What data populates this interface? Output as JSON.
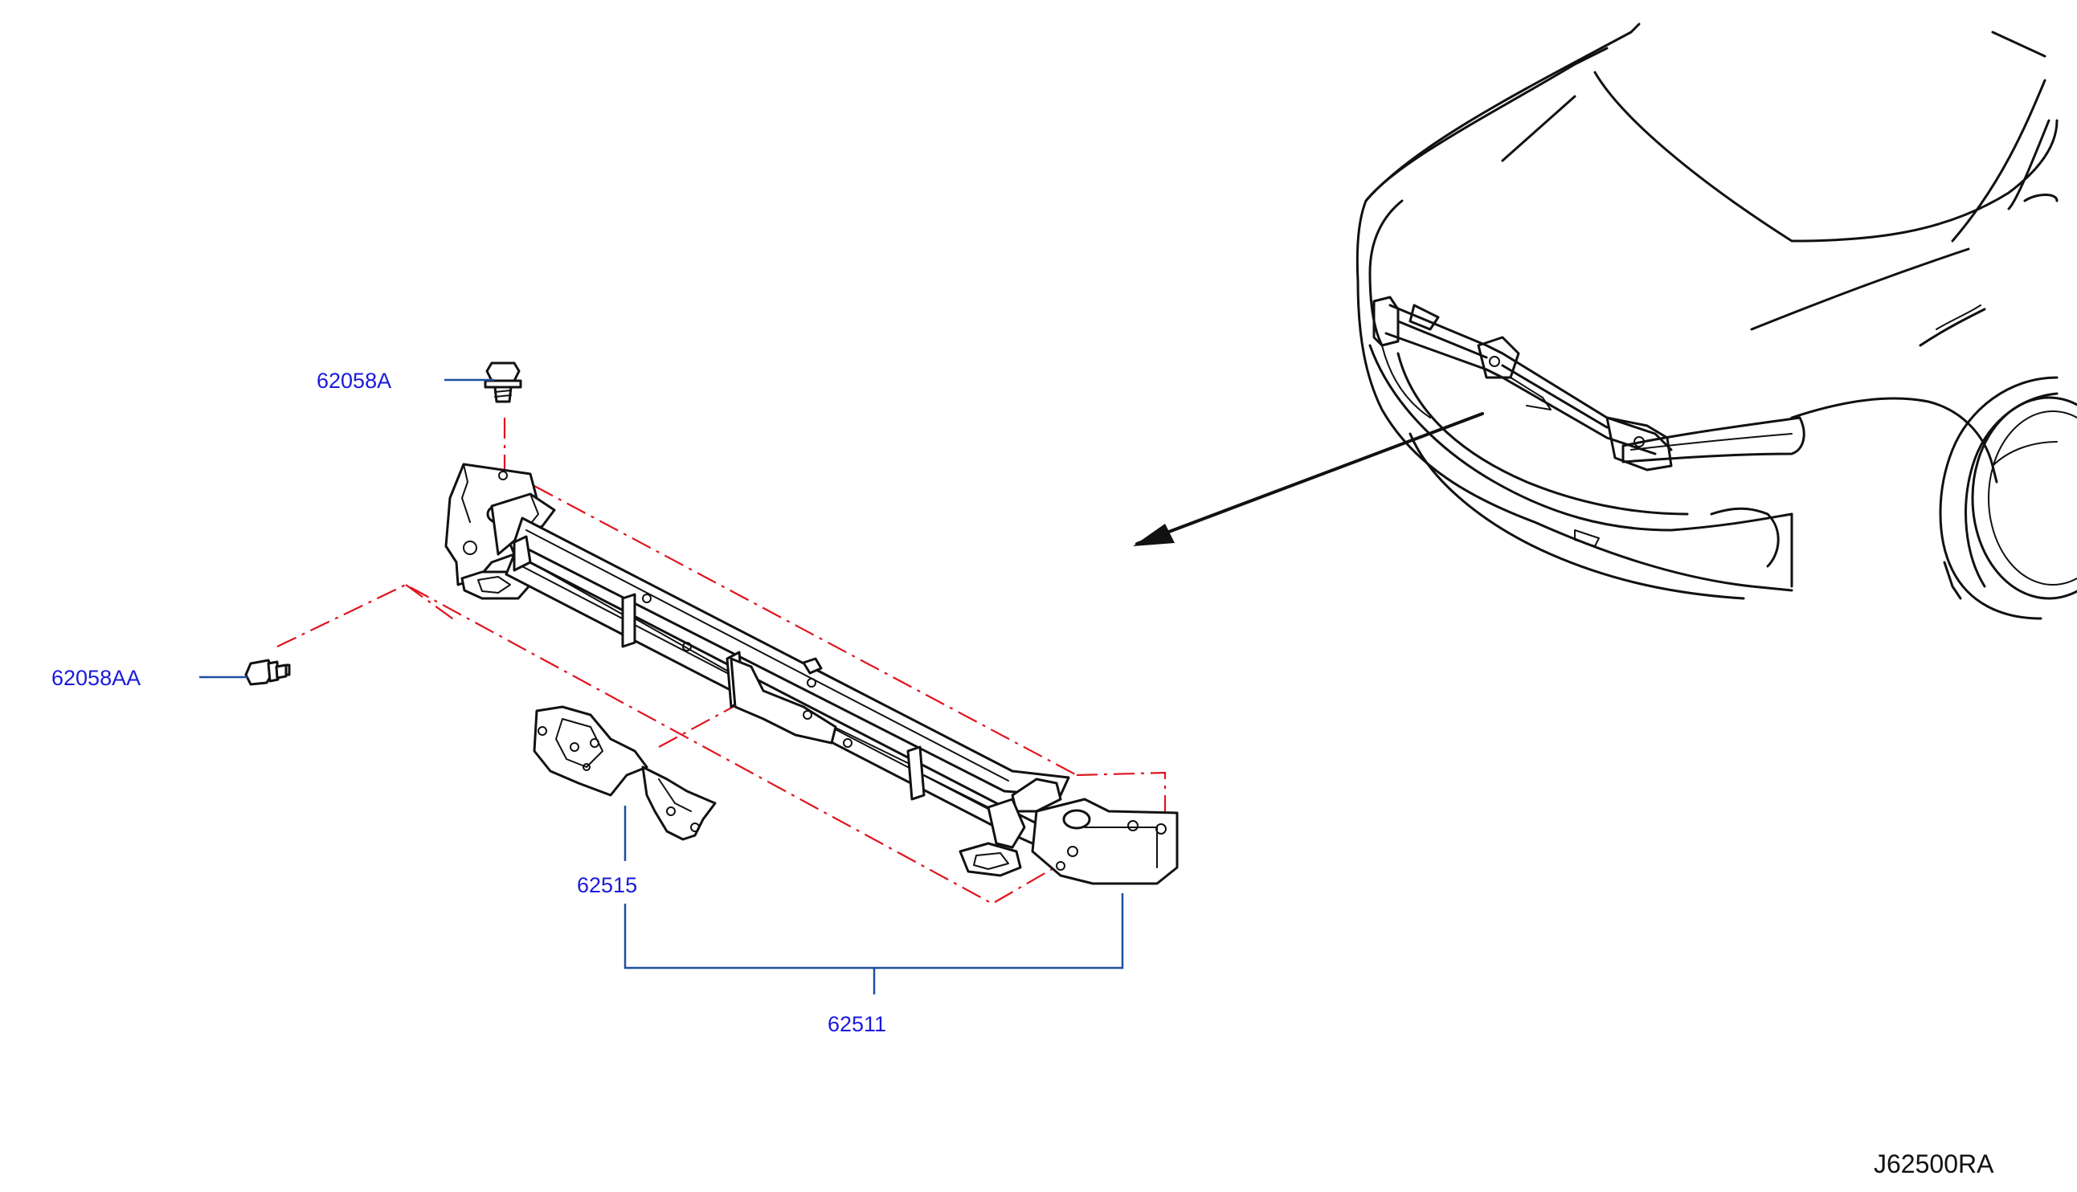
{
  "diagram": {
    "code": "J62500RA",
    "parts": [
      {
        "id": "bolt-upper",
        "label": "62058A"
      },
      {
        "id": "bolt-side",
        "label": "62058AA"
      },
      {
        "id": "bracket",
        "label": "62515"
      },
      {
        "id": "support-assembly",
        "label": "62511"
      }
    ]
  }
}
